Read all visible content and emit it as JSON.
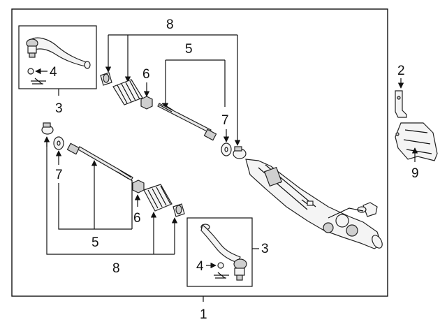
{
  "diagram": {
    "callouts": {
      "c1": "1",
      "c2": "2",
      "c3_top": "3",
      "c3_bottom": "3",
      "c4_top": "4",
      "c4_bottom": "4",
      "c5_top": "5",
      "c5_bottom": "5",
      "c6_top": "6",
      "c6_bottom": "6",
      "c7_top": "7",
      "c7_bottom": "7",
      "c8_top": "8",
      "c8_bottom": "8",
      "c9": "9"
    }
  }
}
